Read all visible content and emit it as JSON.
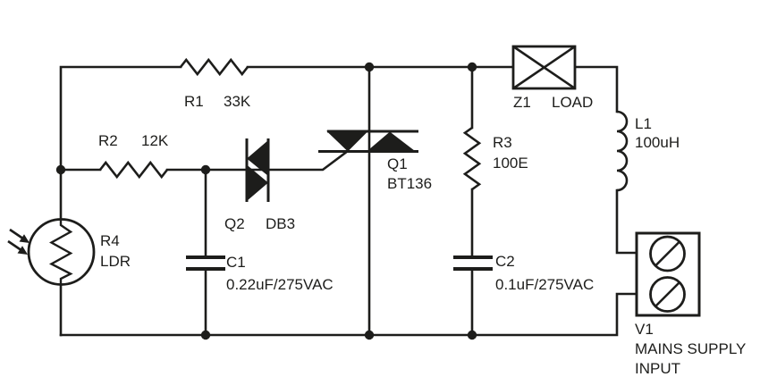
{
  "schematic": {
    "description": "Light-activated triac mains switch schematic",
    "colors": {
      "ink": "#1d1d1b",
      "background": "#ffffff"
    },
    "components": {
      "r1": {
        "ref": "R1",
        "value": "33K",
        "type": "resistor"
      },
      "r2": {
        "ref": "R2",
        "value": "12K",
        "type": "resistor"
      },
      "r3": {
        "ref": "R3",
        "value": "100E",
        "type": "resistor"
      },
      "r4": {
        "ref": "R4",
        "value": "LDR",
        "type": "light-dependent-resistor"
      },
      "c1": {
        "ref": "C1",
        "value": "0.22uF/275VAC",
        "type": "capacitor"
      },
      "c2": {
        "ref": "C2",
        "value": "0.1uF/275VAC",
        "type": "capacitor"
      },
      "q1": {
        "ref": "Q1",
        "value": "BT136",
        "type": "triac"
      },
      "q2": {
        "ref": "Q2",
        "value": "DB3",
        "type": "diac"
      },
      "z1": {
        "ref": "Z1",
        "value": "LOAD",
        "type": "load"
      },
      "l1": {
        "ref": "L1",
        "value": "100uH",
        "type": "inductor"
      },
      "v1": {
        "ref": "V1",
        "value_line1": "MAINS SUPPLY",
        "value_line2": "INPUT",
        "type": "terminal-block"
      }
    }
  }
}
